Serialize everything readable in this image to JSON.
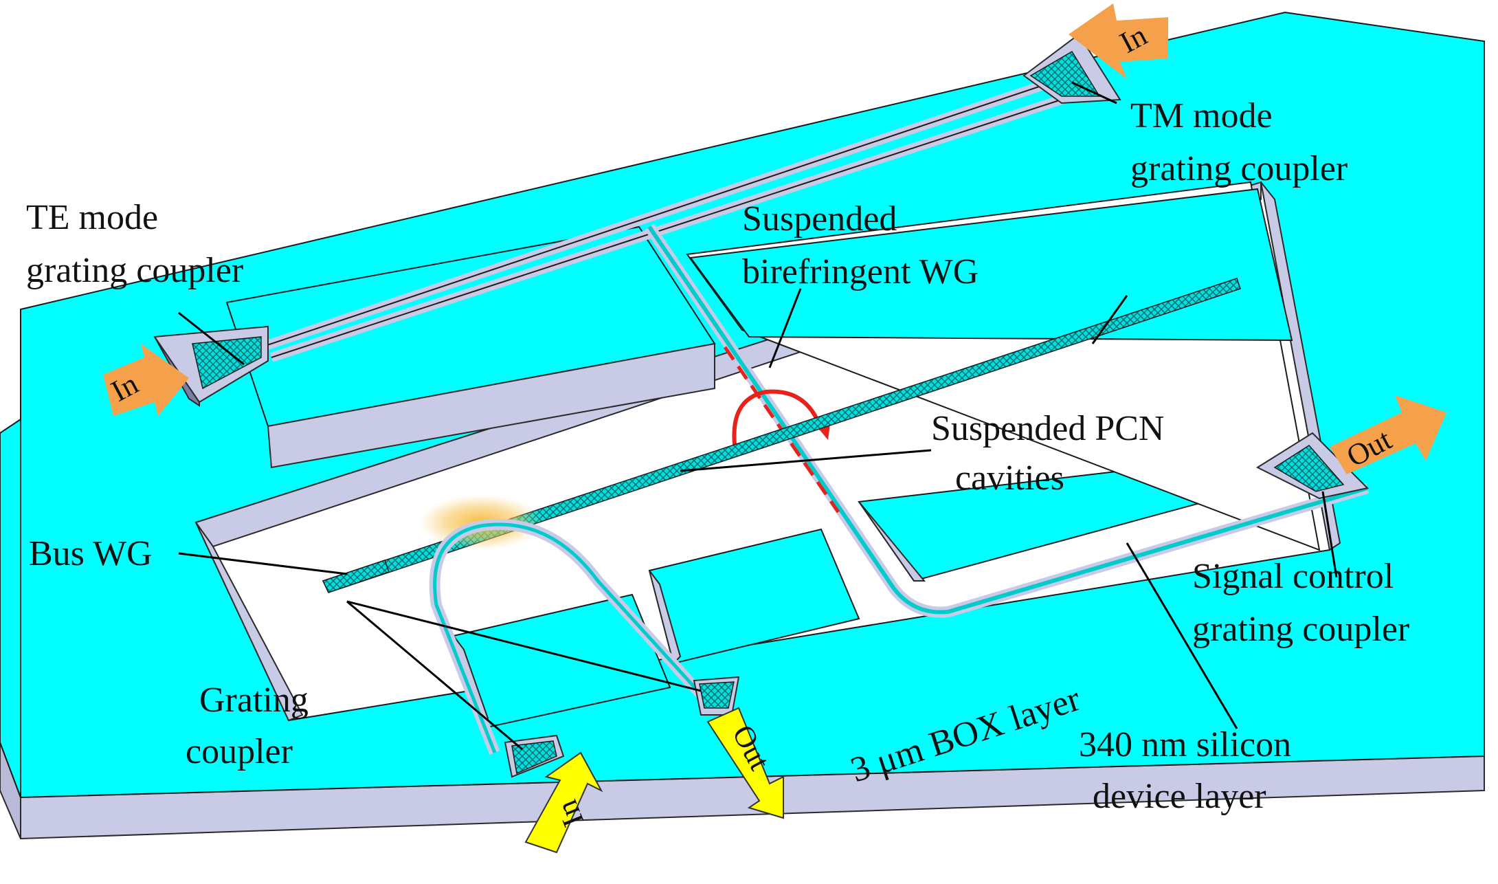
{
  "labels": {
    "te_coupler": [
      "TE mode",
      "grating coupler"
    ],
    "tm_coupler": [
      "TM mode",
      "grating coupler"
    ],
    "suspended_wg": [
      "Suspended",
      "birefringent WG"
    ],
    "pcn_cavities": [
      "Suspended PCN",
      "cavities"
    ],
    "bus_wg": "Bus WG",
    "signal_coupler": [
      "Signal control",
      "grating coupler"
    ],
    "grating_coupler": [
      "Grating",
      "coupler"
    ],
    "device_layer": [
      "340 nm silicon",
      "device layer"
    ],
    "box_layer": "3 μm BOX layer"
  },
  "arrows": {
    "in_top_right": "In",
    "in_left": "In",
    "out_right": "Out",
    "out_bottom": "Out",
    "in_bottom": "In"
  },
  "colors": {
    "device_layer": "#00ffff",
    "box_layer_side": "#c9cbe6",
    "trench_floor": "#ffffff",
    "arrow_orange": "#f5a04a",
    "arrow_yellow": "#ffff00",
    "rotation_arrow": "#e8221b",
    "glow": "#f7b733"
  }
}
